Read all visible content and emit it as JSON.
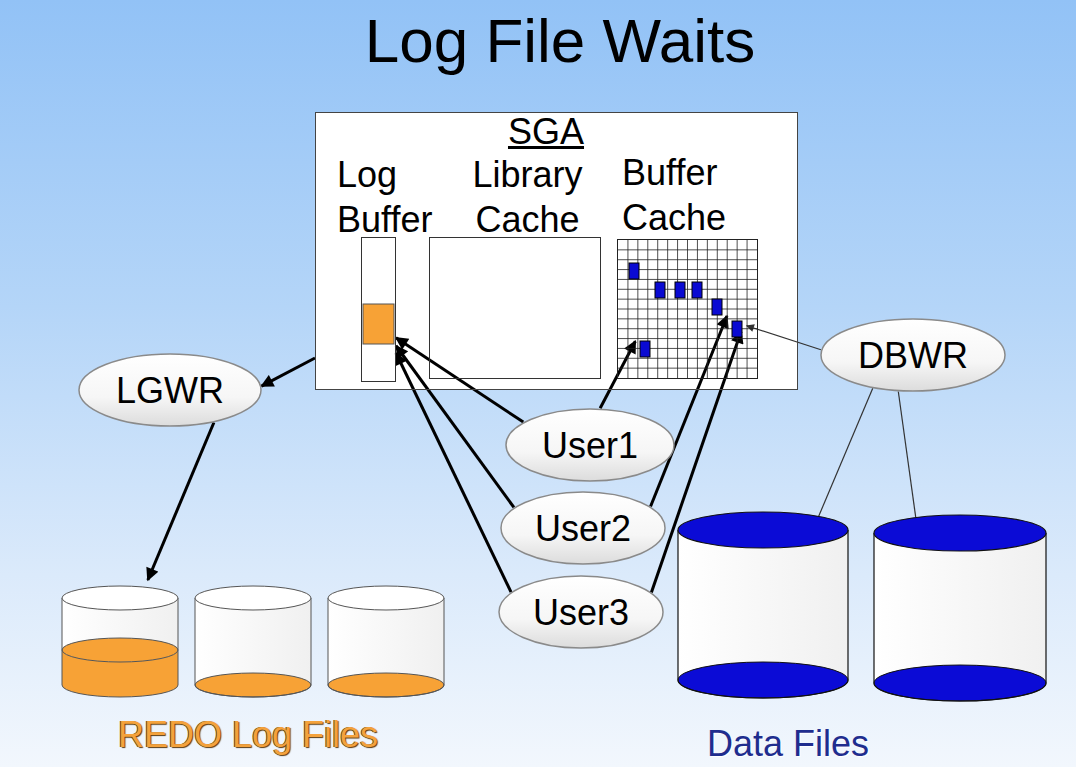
{
  "diagram": {
    "title": "Log File Waits",
    "nodes": [
      {
        "text": [
          "SGA"
        ]
      },
      {
        "text": [
          "Log Buffer"
        ],
        "in": 0
      },
      {
        "text": [
          "Library Cache"
        ],
        "in": 0
      },
      {
        "text": [
          "Buffer Cache"
        ],
        "in": 0
      },
      {
        "text": [
          "LGWR"
        ]
      },
      {
        "text": [
          "DBWR"
        ]
      },
      {
        "text": [
          "User1"
        ]
      },
      {
        "text": [
          "User2"
        ]
      },
      {
        "text": [
          "User3"
        ]
      },
      {
        "text": [
          "REDO Log Files"
        ]
      },
      {
        "text": [
          "Data Files"
        ]
      }
    ],
    "edges": [
      {
        "from": 0,
        "to": 4,
        "arrow": "to"
      },
      {
        "from": 4,
        "to": 9,
        "arrow": "to"
      },
      {
        "from": 6,
        "to": 1,
        "arrow": "to"
      },
      {
        "from": 7,
        "to": 1,
        "arrow": "to"
      },
      {
        "from": 8,
        "to": 1,
        "arrow": "to"
      },
      {
        "from": 6,
        "to": 3,
        "arrow": "to"
      },
      {
        "from": 7,
        "to": 3,
        "arrow": "to"
      },
      {
        "from": 8,
        "to": 3,
        "arrow": "to"
      },
      {
        "from": 5,
        "to": 3,
        "arrow": "to"
      },
      {
        "from": 5,
        "to": 10,
        "arrow": "to"
      },
      {
        "from": 5,
        "to": 10,
        "arrow": "to"
      }
    ]
  }
}
